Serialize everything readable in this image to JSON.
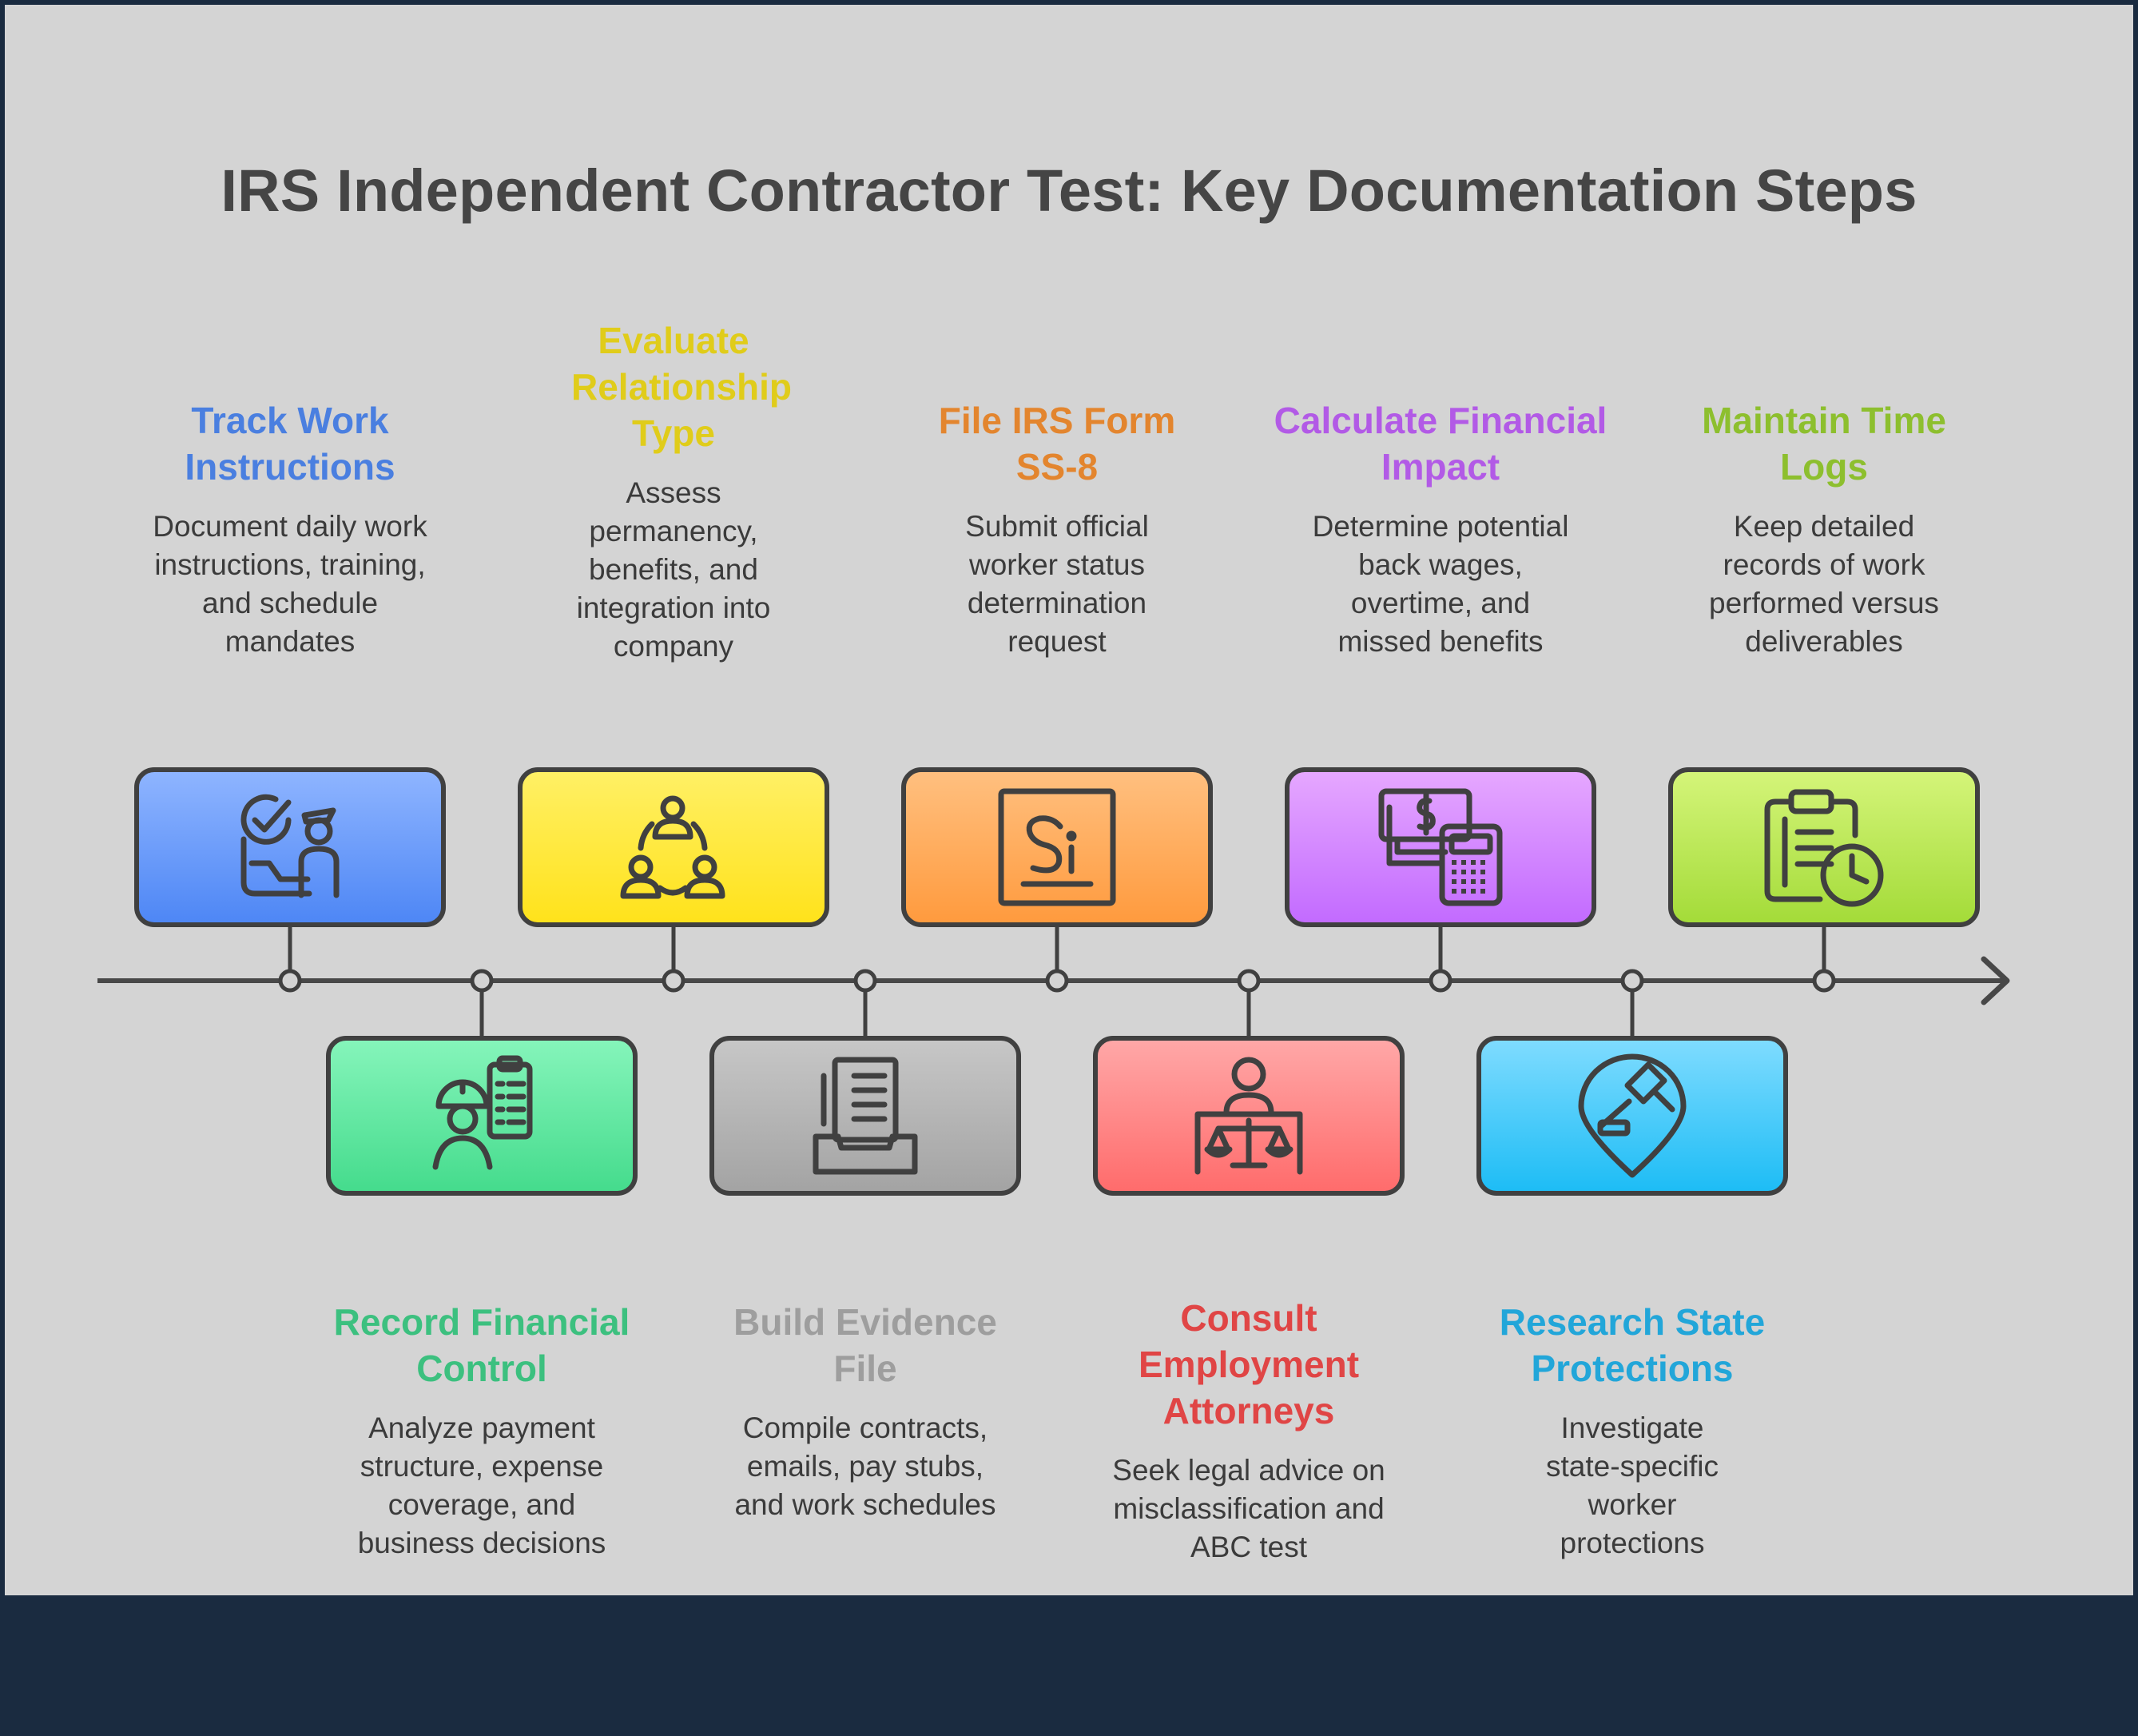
{
  "title": "IRS Independent Contractor Test: Key Documentation Steps",
  "steps": [
    {
      "title": "Track Work Instructions",
      "description": "Document daily work instructions, training, and schedule mandates",
      "position": "top",
      "color": "#4a7fe0",
      "icon": "checklist-supervisor-icon"
    },
    {
      "title": "Record Financial Control",
      "description": "Analyze payment structure, expense coverage, and business decisions",
      "position": "bottom",
      "color": "#3cc07f",
      "icon": "worker-clipboard-icon"
    },
    {
      "title": "Evaluate Relationship Type",
      "description": "Assess permanency, benefits, and integration into company",
      "position": "top",
      "color": "#e0cc1a",
      "icon": "people-network-icon"
    },
    {
      "title": "Build Evidence File",
      "description": "Compile contracts, emails, pay stubs, and work schedules",
      "position": "bottom",
      "color": "#9e9e9e",
      "icon": "document-tray-icon"
    },
    {
      "title": "File IRS Form SS-8",
      "description": "Submit official worker status determination request",
      "position": "top",
      "color": "#e3852e",
      "icon": "form-ss8-icon"
    },
    {
      "title": "Consult Employment Attorneys",
      "description": "Seek legal advice on misclassification and ABC test",
      "position": "bottom",
      "color": "#e04545",
      "icon": "attorney-scales-icon"
    },
    {
      "title": "Calculate Financial Impact",
      "description": "Determine potential back wages, overtime, and missed benefits",
      "position": "top",
      "color": "#b25ae6",
      "icon": "money-calculator-icon"
    },
    {
      "title": "Research State Protections",
      "description": "Investigate state-specific worker protections",
      "position": "bottom",
      "color": "#22a6d9",
      "icon": "location-gavel-icon"
    },
    {
      "title": "Maintain Time Logs",
      "description": "Keep detailed records of work performed versus deliverables",
      "position": "top",
      "color": "#8dbf2e",
      "icon": "clipboard-clock-icon"
    }
  ],
  "box_gradients": [
    [
      "#8fb5ff",
      "#4d86f5"
    ],
    [
      "#86f5bb",
      "#44db8c"
    ],
    [
      "#fff066",
      "#ffe21a"
    ],
    [
      "#c7c7c7",
      "#a3a3a3"
    ],
    [
      "#ffc080",
      "#ff9a3d"
    ],
    [
      "#ffa8a8",
      "#ff6b6b"
    ],
    [
      "#e6a8ff",
      "#c26aff"
    ],
    [
      "#80dcff",
      "#1cbcf5"
    ],
    [
      "#d5f57a",
      "#a3db38"
    ]
  ]
}
